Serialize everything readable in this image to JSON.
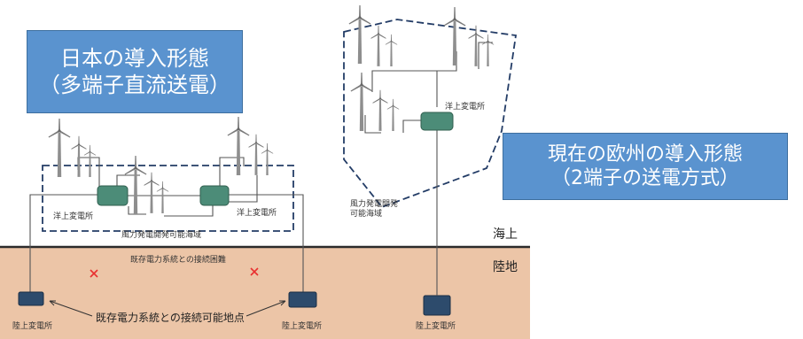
{
  "boxes": {
    "japan_line1": "日本の導入形態",
    "japan_line2": "（多端子直流送電）",
    "europe_line1": "現在の欧州の導入形態",
    "europe_line2": "（2端子の送電方式）"
  },
  "labels": {
    "offshore_substation_left": "洋上変電所",
    "offshore_substation_mid": "洋上変電所",
    "offshore_substation_right": "洋上変電所",
    "wind_area_left": "風力発電開発可能海域",
    "wind_area_right": "風力発電開発\n可能海域",
    "sea": "海上",
    "land": "陸地",
    "connection_difficult": "既存電力系統との接続困難",
    "connection_possible": "既存電力系統との接続可能地点",
    "land_substation_1": "陸上変電所",
    "land_substation_2": "陸上変電所",
    "land_substation_3": "陸上変電所"
  },
  "colors": {
    "title_box": "#5a93cf",
    "land": "#ecc5a7",
    "offshore_substation": "#4c8c78",
    "land_substation": "#2d4b6c",
    "boundary": "#233c66",
    "cross": "#e83030"
  }
}
